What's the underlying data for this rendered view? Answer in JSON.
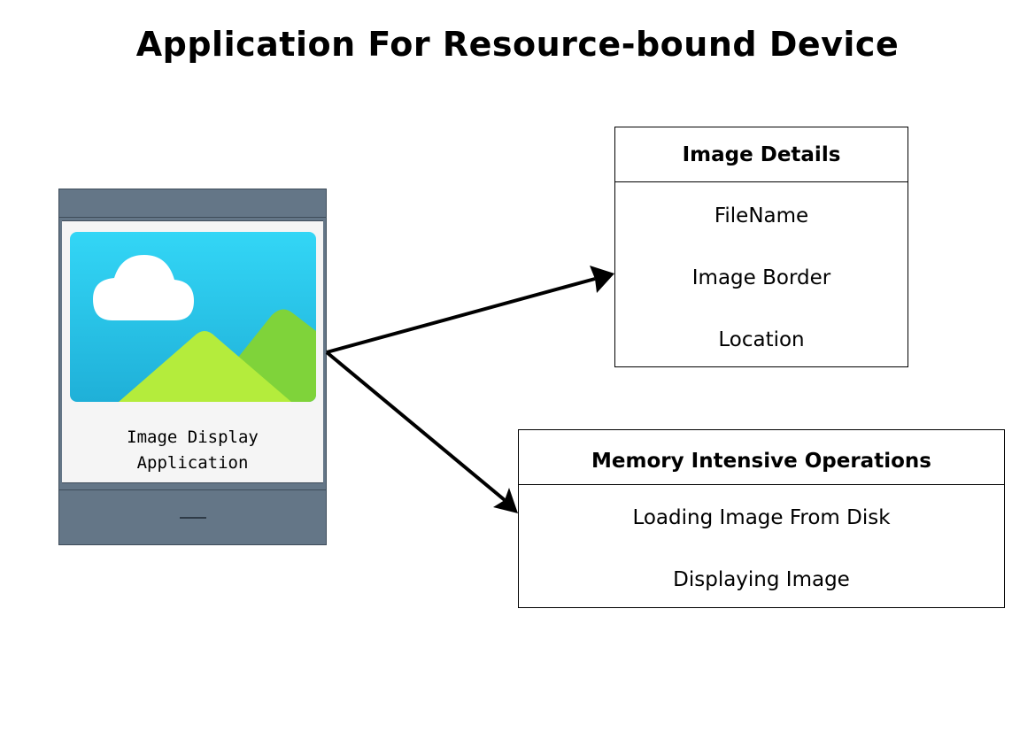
{
  "title": "Application For Resource-bound Device",
  "device": {
    "label": "Image Display\nApplication",
    "icon": "image-landscape-icon",
    "colors": {
      "body": "#647687",
      "screen": "#f5f5f5",
      "sky": "#32d5f5",
      "mountain_front": "#b4ec3c",
      "mountain_back": "#7fd33a",
      "cloud": "#ffffff"
    }
  },
  "image_details": {
    "header": "Image Details",
    "items": [
      "FileName",
      "Image Border",
      "Location"
    ]
  },
  "memory_operations": {
    "header": "Memory Intensive Operations",
    "items": [
      "Loading Image From Disk",
      "Displaying Image"
    ]
  }
}
